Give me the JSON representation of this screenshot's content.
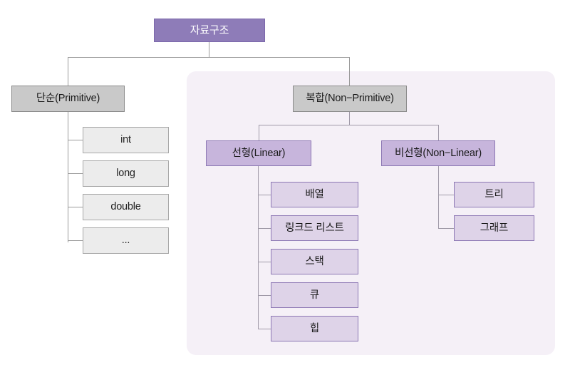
{
  "diagram": {
    "title": "자료구조",
    "root": {
      "label": "자료구조",
      "color": "#8E7CB8"
    },
    "branches": [
      {
        "label": "단순(Primitive)",
        "color": "#C9C9C9",
        "children": [
          {
            "label": "int"
          },
          {
            "label": "long"
          },
          {
            "label": "double"
          },
          {
            "label": "..."
          }
        ]
      },
      {
        "label": "복합(Non−Primitive)",
        "color": "#C9C9C9",
        "categories": [
          {
            "label": "선형(Linear)",
            "color": "#C7B5DC",
            "children": [
              {
                "label": "배열"
              },
              {
                "label": "링크드 리스트"
              },
              {
                "label": "스택"
              },
              {
                "label": "큐"
              },
              {
                "label": "힙"
              }
            ]
          },
          {
            "label": "비선형(Non−Linear)",
            "color": "#C7B5DC",
            "children": [
              {
                "label": "트리"
              },
              {
                "label": "그래프"
              }
            ]
          }
        ]
      }
    ],
    "panel_color": "#F5F0F7",
    "leaf_purple_color": "#DED3E8",
    "leaf_gray_color": "#ECECEC",
    "line_color": "#9A9A9A"
  }
}
